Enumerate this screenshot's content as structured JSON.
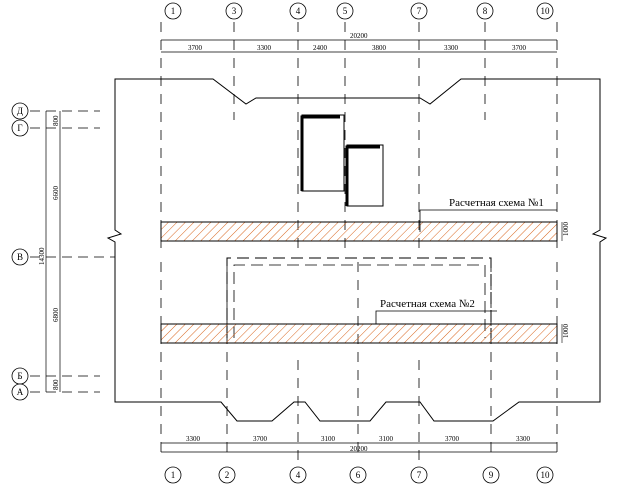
{
  "top_axes": [
    "1",
    "3",
    "4",
    "5",
    "7",
    "8",
    "10"
  ],
  "bottom_axes": [
    "1",
    "2",
    "4",
    "6",
    "7",
    "9",
    "10"
  ],
  "left_axes": [
    "Д",
    "Г",
    "В",
    "Б",
    "А"
  ],
  "top_dims": [
    "3700",
    "3300",
    "2400",
    "3800",
    "3300",
    "3700"
  ],
  "bottom_dims": [
    "3300",
    "3700",
    "3100",
    "3100",
    "3700",
    "3300"
  ],
  "top_total": "20200",
  "bottom_total": "20200",
  "left_dims": [
    "800",
    "6600",
    "6800",
    "800"
  ],
  "left_total": "14300",
  "scheme1_label": "Расчетная схема №1",
  "scheme2_label": "Расчетная схема №2",
  "scheme1_width": "1000",
  "scheme2_width": "1000",
  "colors": {
    "line": "#000000",
    "hatch": "#d9661f"
  }
}
